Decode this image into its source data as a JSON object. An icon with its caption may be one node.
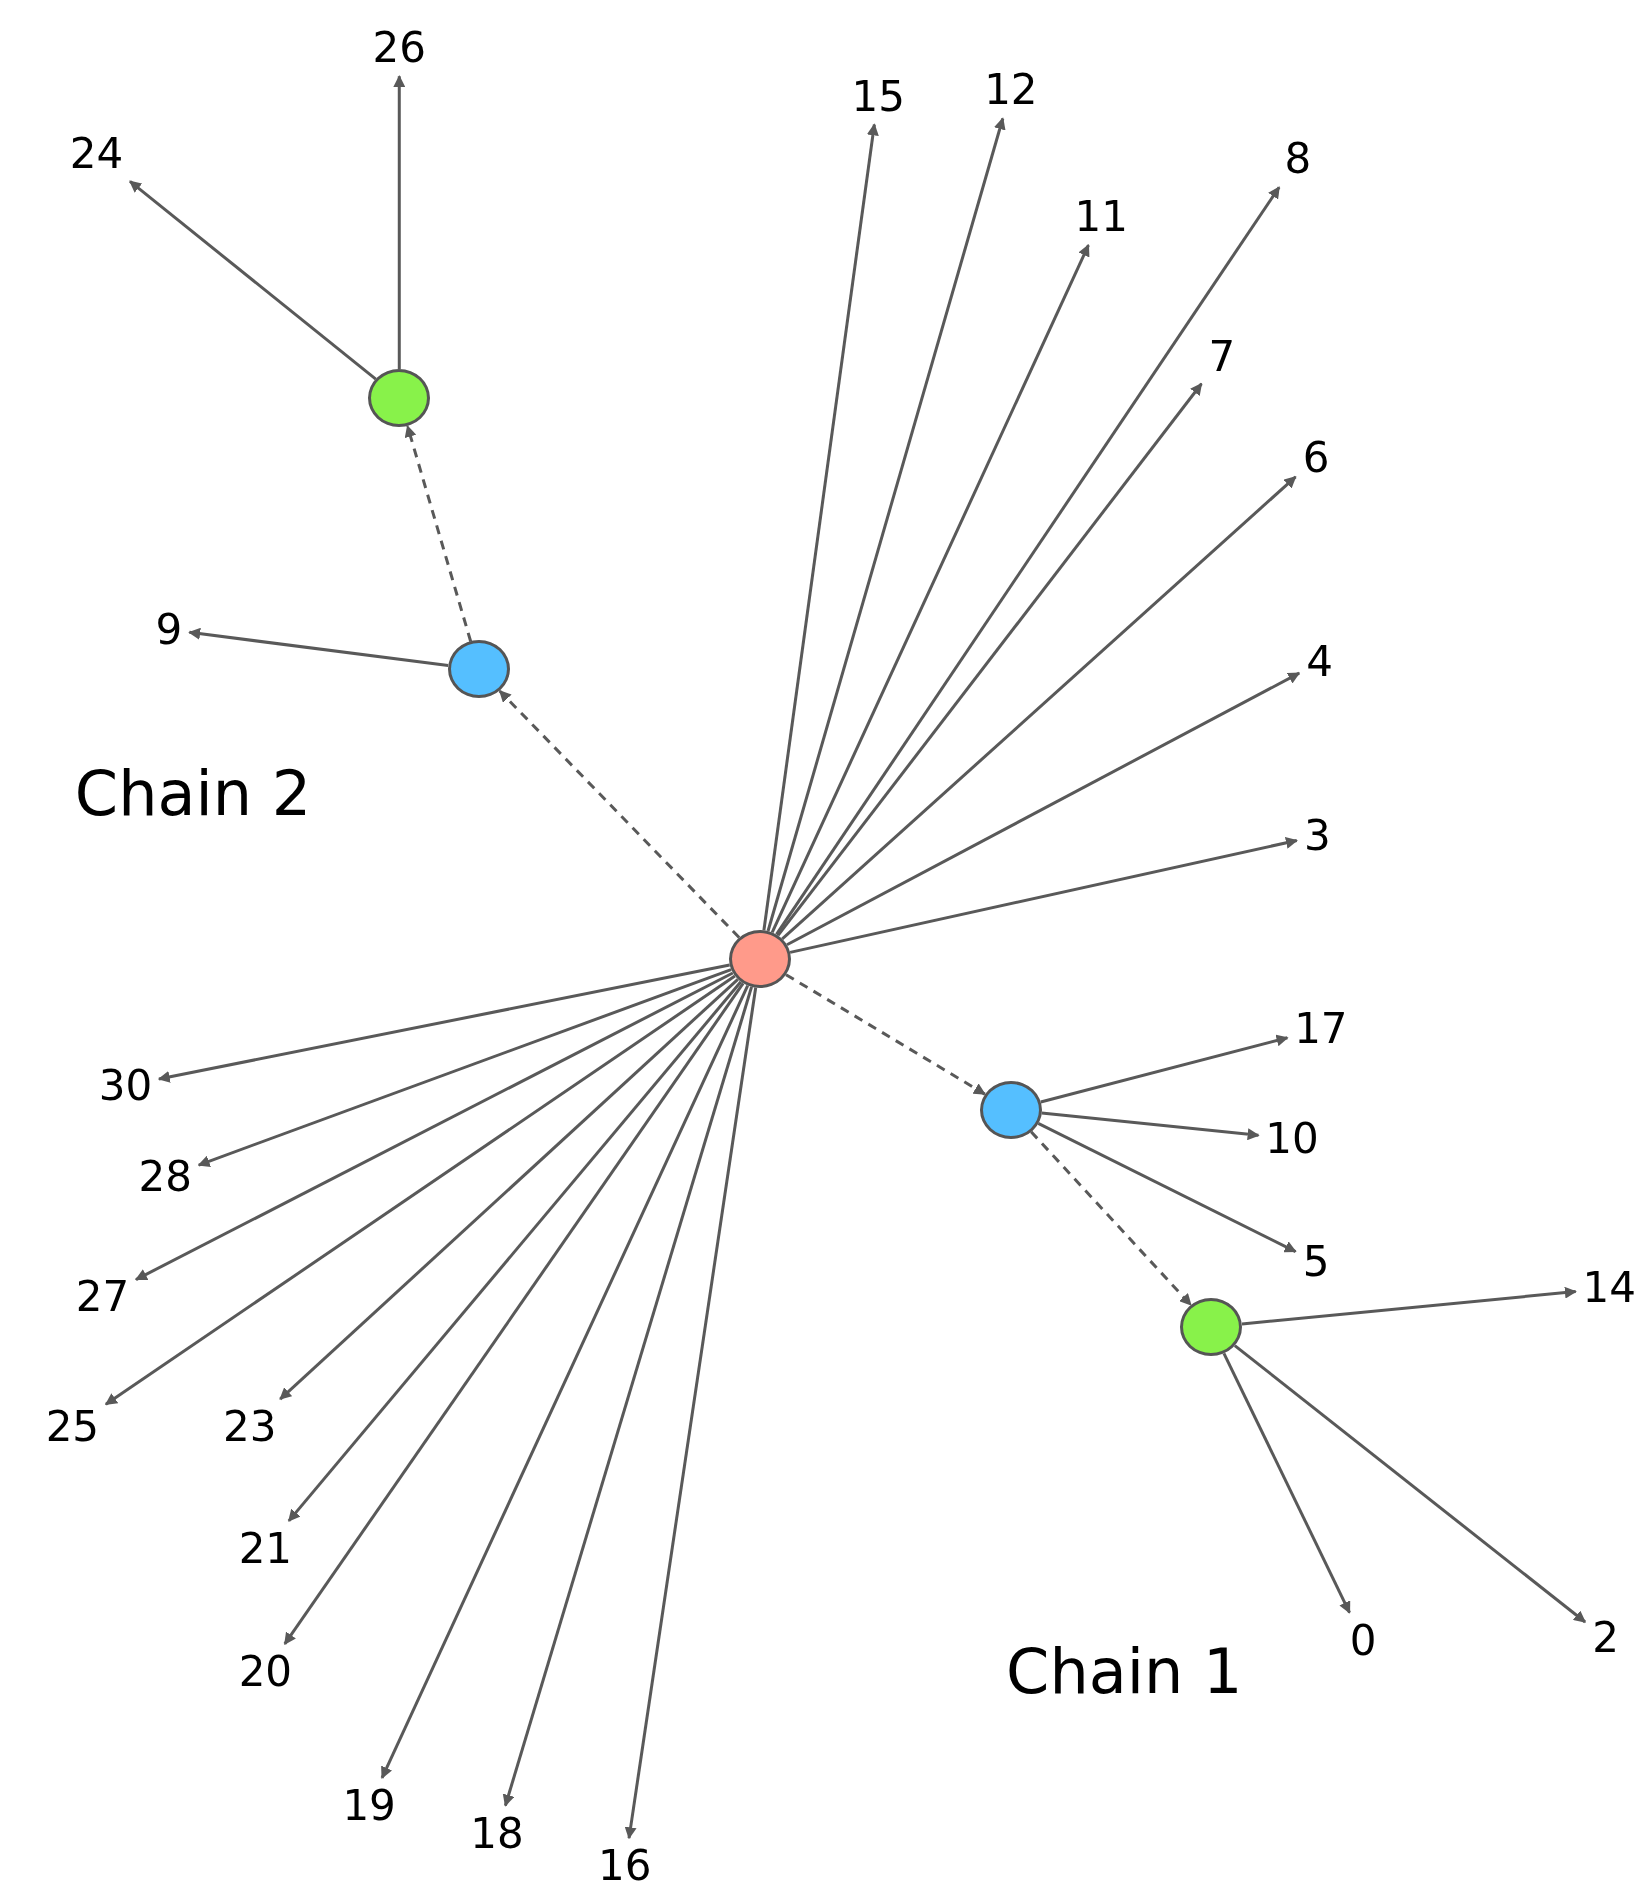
{
  "diagram": {
    "nodes": [
      {
        "text": [
          "26"
        ]
      },
      {
        "text": [
          "24"
        ]
      },
      {
        "text": [
          "15"
        ]
      },
      {
        "text": [
          "12"
        ]
      },
      {
        "text": [
          "8"
        ]
      },
      {
        "text": [
          "11"
        ]
      },
      {
        "text": [
          "7"
        ]
      },
      {
        "text": [],
        "shape": "circle"
      },
      {
        "text": [
          "6"
        ]
      },
      {
        "text": [
          "9"
        ]
      },
      {
        "text": [],
        "shape": "circle"
      },
      {
        "text": [
          "4"
        ]
      },
      {
        "text": [
          "3"
        ]
      },
      {
        "text": [],
        "shape": "circle"
      },
      {
        "text": [
          "17"
        ]
      },
      {
        "text": [],
        "shape": "circle"
      },
      {
        "text": [
          "10"
        ]
      },
      {
        "text": [
          "30"
        ]
      },
      {
        "text": [
          "28"
        ]
      },
      {
        "text": [
          "5"
        ]
      },
      {
        "text": [
          "27"
        ]
      },
      {
        "text": [],
        "shape": "circle"
      },
      {
        "text": [
          "14"
        ]
      },
      {
        "text": [
          "25"
        ]
      },
      {
        "text": [
          "23"
        ]
      },
      {
        "text": [
          "21"
        ]
      },
      {
        "text": [
          "0"
        ]
      },
      {
        "text": [
          "2"
        ]
      },
      {
        "text": [
          "20"
        ]
      },
      {
        "text": [
          "19"
        ]
      },
      {
        "text": [
          "18"
        ]
      },
      {
        "text": [
          "16"
        ]
      }
    ],
    "edges": [
      {
        "from": 13,
        "to": 2,
        "arrow": "to"
      },
      {
        "from": 13,
        "to": 3,
        "arrow": "to"
      },
      {
        "from": 13,
        "to": 5,
        "arrow": "to"
      },
      {
        "from": 13,
        "to": 4,
        "arrow": "to"
      },
      {
        "from": 13,
        "to": 6,
        "arrow": "to"
      },
      {
        "from": 13,
        "to": 8,
        "arrow": "to"
      },
      {
        "from": 13,
        "to": 11,
        "arrow": "to"
      },
      {
        "from": 13,
        "to": 12,
        "arrow": "to"
      },
      {
        "from": 13,
        "to": 17,
        "arrow": "to"
      },
      {
        "from": 13,
        "to": 18,
        "arrow": "to"
      },
      {
        "from": 13,
        "to": 20,
        "arrow": "to"
      },
      {
        "from": 13,
        "to": 23,
        "arrow": "to"
      },
      {
        "from": 13,
        "to": 24,
        "arrow": "to"
      },
      {
        "from": 13,
        "to": 25,
        "arrow": "to"
      },
      {
        "from": 13,
        "to": 28,
        "arrow": "to"
      },
      {
        "from": 13,
        "to": 29,
        "arrow": "to"
      },
      {
        "from": 13,
        "to": 30,
        "arrow": "to"
      },
      {
        "from": 13,
        "to": 31,
        "arrow": "to"
      },
      {
        "from": 13,
        "to": 10,
        "arrow": "to",
        "style": "dashed"
      },
      {
        "from": 13,
        "to": 15,
        "arrow": "to",
        "style": "dashed"
      },
      {
        "from": 10,
        "to": 9,
        "arrow": "to"
      },
      {
        "from": 10,
        "to": 7,
        "arrow": "to",
        "style": "dashed"
      },
      {
        "from": 7,
        "to": 1,
        "arrow": "to"
      },
      {
        "from": 7,
        "to": 0,
        "arrow": "to"
      },
      {
        "from": 15,
        "to": 14,
        "arrow": "to"
      },
      {
        "from": 15,
        "to": 16,
        "arrow": "to"
      },
      {
        "from": 15,
        "to": 19,
        "arrow": "to"
      },
      {
        "from": 15,
        "to": 21,
        "arrow": "to",
        "style": "dashed"
      },
      {
        "from": 21,
        "to": 22,
        "arrow": "to"
      },
      {
        "from": 21,
        "to": 26,
        "arrow": "to"
      },
      {
        "from": 21,
        "to": 27,
        "arrow": "to"
      }
    ],
    "labels": [
      "Chain 2",
      "Chain 1"
    ]
  }
}
